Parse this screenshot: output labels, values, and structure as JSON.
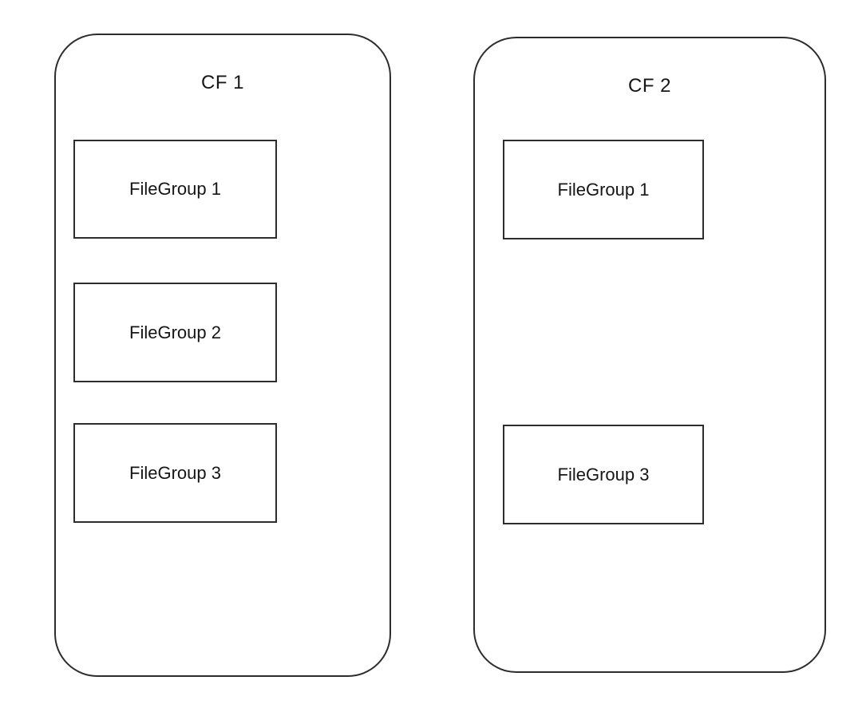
{
  "diagram": {
    "type": "container-diagram",
    "colors": {
      "line": "#2d2d2d",
      "text": "#161616",
      "background": "#ffffff"
    },
    "containers": [
      {
        "id": "cf1",
        "title": "CF 1",
        "filegroups": [
          {
            "label": "FileGroup 1"
          },
          {
            "label": "FileGroup 2"
          },
          {
            "label": "FileGroup 3"
          }
        ]
      },
      {
        "id": "cf2",
        "title": "CF 2",
        "filegroups": [
          {
            "label": "FileGroup 1"
          },
          {
            "label": "FileGroup 3"
          }
        ]
      }
    ]
  }
}
